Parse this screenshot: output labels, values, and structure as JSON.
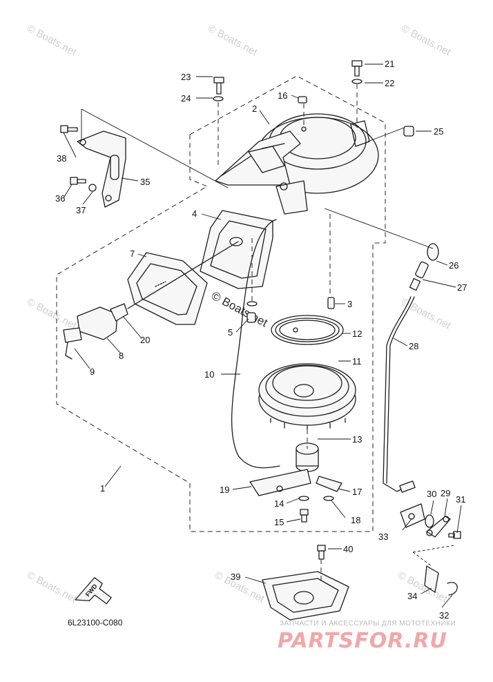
{
  "diagram_code": "6L23100-C080",
  "fwd_label": "FWD",
  "watermark": {
    "text": "© Boats.net",
    "brand_subtitle": "ЗАПЧАСТИ И АКСЕССУАРЫ ДЛЯ МОТОТЕХНИКИ",
    "brand_name": "PARTSFOR.RU"
  },
  "callouts": {
    "c1": "1",
    "c2": "2",
    "c3": "3",
    "c4": "4",
    "c5": "5",
    "c7": "7",
    "c8": "8",
    "c9": "9",
    "c10": "10",
    "c11": "11",
    "c12": "12",
    "c13": "13",
    "c14": "14",
    "c15": "15",
    "c16": "16",
    "c17": "17",
    "c18": "18",
    "c19": "19",
    "c20": "20",
    "c21": "21",
    "c22": "22",
    "c23": "23",
    "c24": "24",
    "c25": "25",
    "c26": "26",
    "c27": "27",
    "c28": "28",
    "c29": "29",
    "c30": "30",
    "c31": "31",
    "c32": "32",
    "c33": "33",
    "c34": "34",
    "c35": "35",
    "c36": "36",
    "c37": "37",
    "c38": "38",
    "c39": "39",
    "c40": "40"
  }
}
